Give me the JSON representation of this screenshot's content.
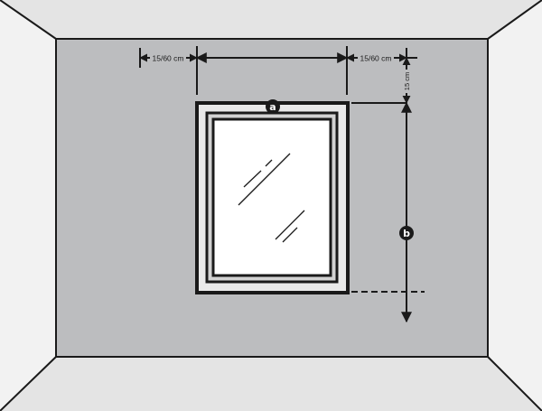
{
  "diagram": {
    "measure_labels": {
      "left_offset": "15/60 cm",
      "right_offset": "15/60 cm",
      "top_offset": "15 cm"
    },
    "markers": {
      "width": "a",
      "height": "b"
    }
  },
  "colors": {
    "wall": "#bcbdbf",
    "side_walls": "#f2f2f2",
    "ceiling_floor": "#e4e4e4",
    "line": "#1a1a1a",
    "glass": "#ffffff",
    "frame": "#e9e9e9"
  }
}
